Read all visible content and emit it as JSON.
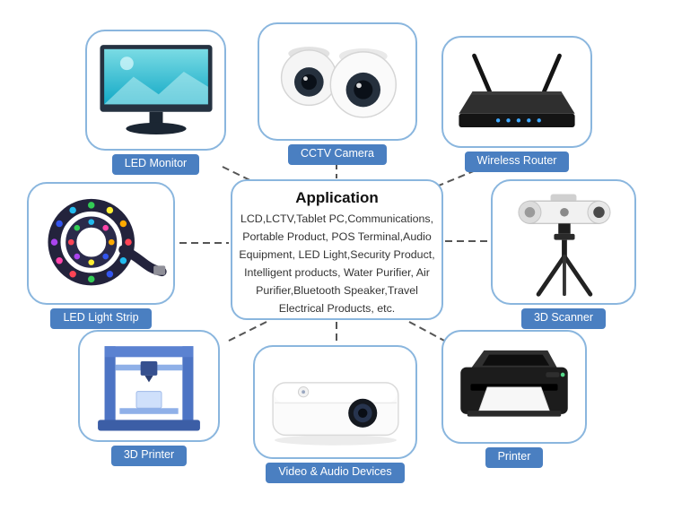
{
  "center": {
    "title": "Application",
    "lines": [
      "LCD,LCTV,Tablet PC,Communications,",
      "Portable Product, POS Terminal,Audio",
      "Equipment, LED Light,Security Product,",
      "Intelligent products, Water Purifier, Air",
      "Purifier,Bluetooth Speaker,Travel",
      "Electrical Products, etc."
    ]
  },
  "nodes": [
    {
      "id": "led-monitor",
      "label": "LED Monitor",
      "icon": "monitor-icon"
    },
    {
      "id": "cctv-camera",
      "label": "CCTV Camera",
      "icon": "cctv-dome-icon"
    },
    {
      "id": "wireless-router",
      "label": "Wireless Router",
      "icon": "router-icon"
    },
    {
      "id": "led-light-strip",
      "label": "LED Light Strip",
      "icon": "led-strip-icon"
    },
    {
      "id": "3d-scanner",
      "label": "3D Scanner",
      "icon": "scanner-tripod-icon"
    },
    {
      "id": "3d-printer",
      "label": "3D Printer",
      "icon": "printer-3d-icon"
    },
    {
      "id": "video-audio-devices",
      "label": "Video & Audio Devices",
      "icon": "projector-icon"
    },
    {
      "id": "printer",
      "label": "Printer",
      "icon": "printer-icon"
    }
  ],
  "colors": {
    "label_background": "#4a7fc1",
    "box_border": "#8ab6de",
    "connector": "#555555"
  }
}
